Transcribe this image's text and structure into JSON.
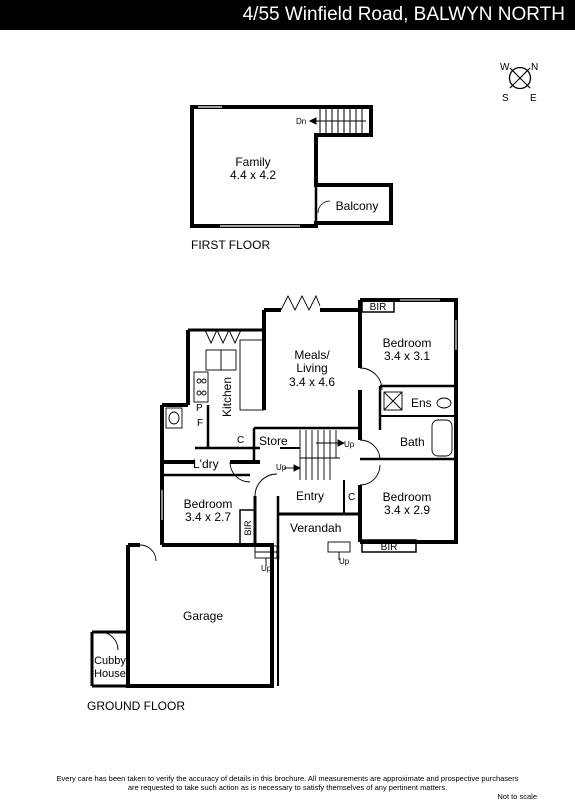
{
  "header": {
    "title": "4/55 Winfield Road, BALWYN NORTH",
    "bar_color": "#000000",
    "text_color": "#ffffff"
  },
  "compass": {
    "labels": {
      "north": "N",
      "south": "S",
      "east": "E",
      "west": "W"
    }
  },
  "floors": {
    "first": {
      "label": "FIRST FLOOR",
      "rooms": [
        {
          "name": "Family",
          "size": "4.4 x 4.2"
        },
        {
          "name": "Balcony",
          "size": ""
        }
      ],
      "stairs_label": "Dn"
    },
    "ground": {
      "label": "GROUND FLOOR",
      "rooms": [
        {
          "name": "Meals/",
          "name2": "Living",
          "size": "3.4 x 4.6"
        },
        {
          "name": "Bedroom",
          "size": "3.4 x 3.1"
        },
        {
          "name": "Kitchen",
          "size": ""
        },
        {
          "name": "Ens",
          "size": ""
        },
        {
          "name": "Bath",
          "size": ""
        },
        {
          "name": "Store",
          "size": ""
        },
        {
          "name": "L'dry",
          "size": ""
        },
        {
          "name": "Bedroom",
          "size": "3.4 x 2.7"
        },
        {
          "name": "Entry",
          "size": ""
        },
        {
          "name": "Bedroom",
          "size": "3.4 x 2.9"
        },
        {
          "name": "Verandah",
          "size": ""
        },
        {
          "name": "Garage",
          "size": ""
        },
        {
          "name": "Cubby",
          "name2": "House",
          "size": ""
        }
      ],
      "fixtures": {
        "bir": "BIR",
        "cupboard": "C",
        "pantry": "P",
        "fridge": "F"
      },
      "stairs_up": "Up"
    }
  },
  "disclaimer": {
    "line1": "Every care has been taken to verify the accuracy of details in this brochure.  All measurements are approximate and prospective purchasers",
    "line2": "are requested to take such action as is necessary to satisfy themselves of any pertinent matters."
  },
  "scale_note": "Not to scale"
}
